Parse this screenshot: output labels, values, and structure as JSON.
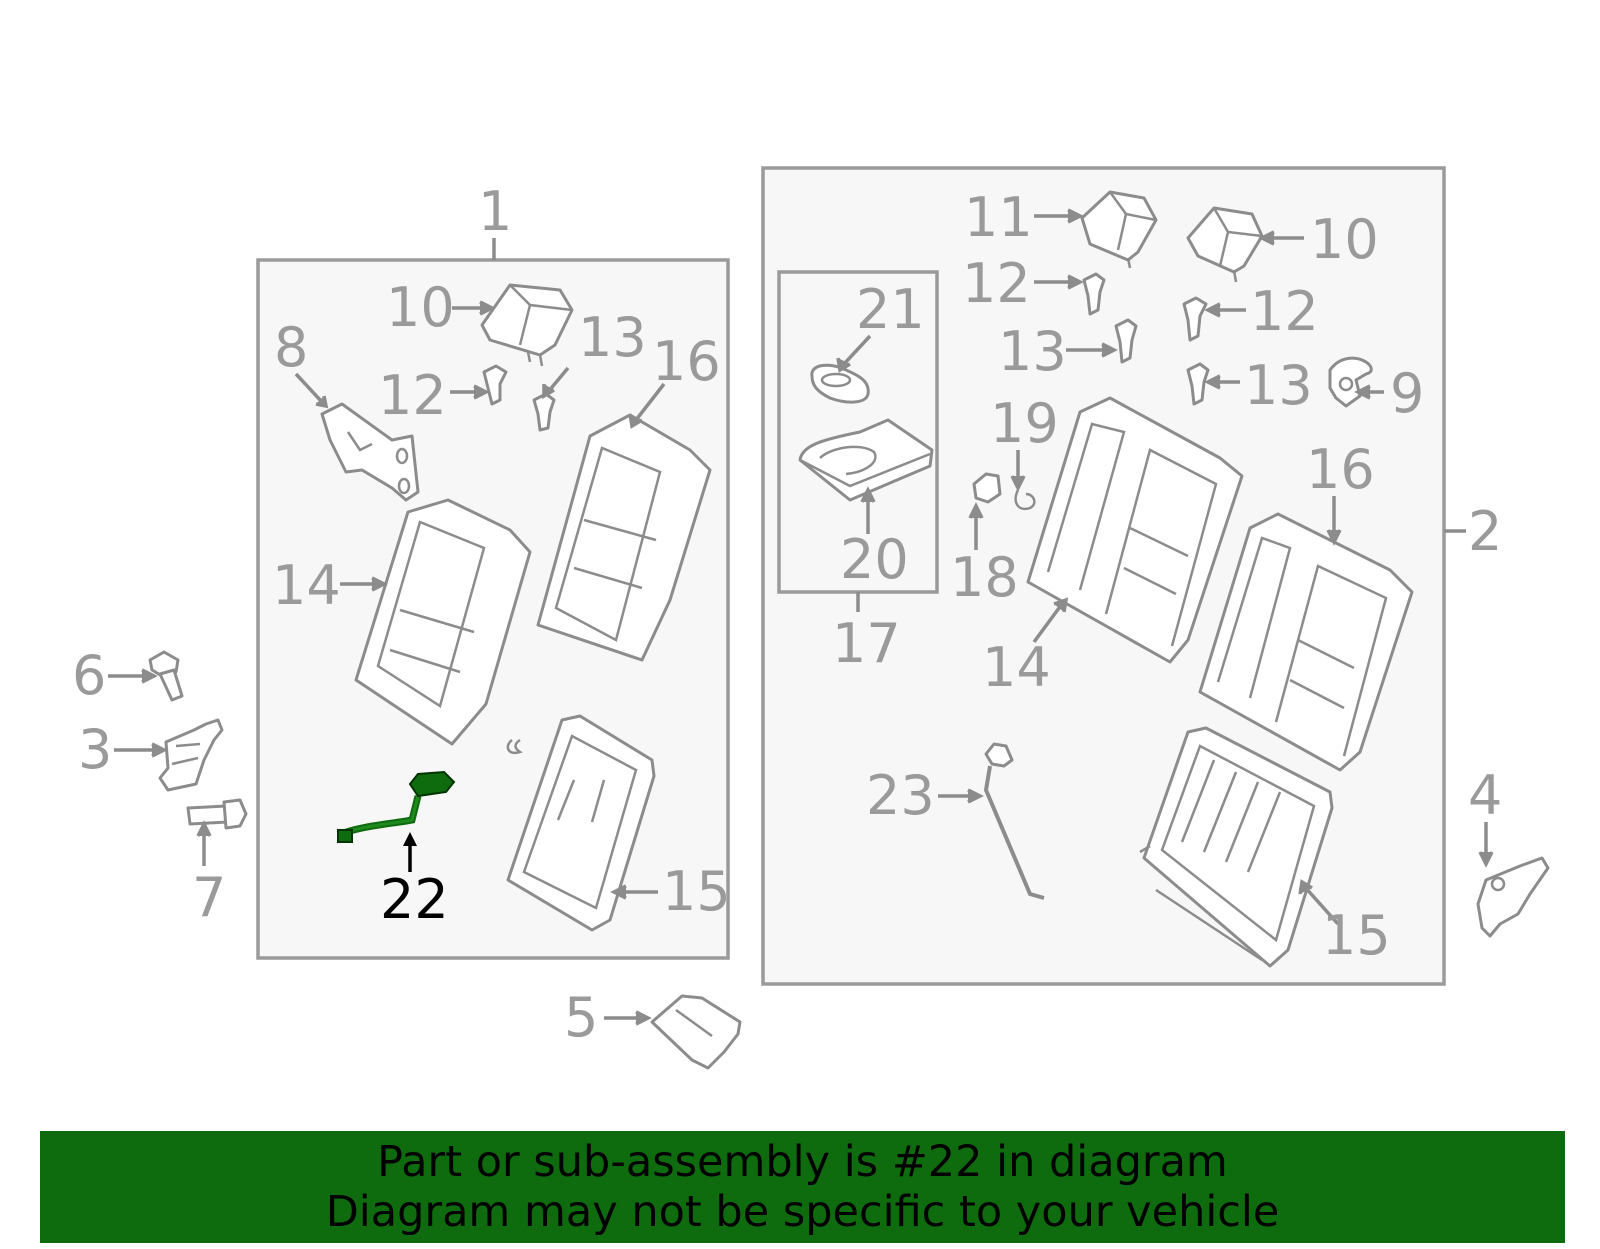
{
  "callouts": {
    "c1": "1",
    "c2": "2",
    "c3": "3",
    "c4": "4",
    "c5": "5",
    "c6": "6",
    "c7": "7",
    "c8": "8",
    "c9": "9",
    "c10a": "10",
    "c10b": "10",
    "c11": "11",
    "c12a": "12",
    "c12b": "12",
    "c12c": "12",
    "c13a": "13",
    "c13b": "13",
    "c13c": "13",
    "c14a": "14",
    "c14b": "14",
    "c15a": "15",
    "c15b": "15",
    "c16a": "16",
    "c16b": "16",
    "c17": "17",
    "c18": "18",
    "c19": "19",
    "c20": "20",
    "c21": "21",
    "c22": "22",
    "c23": "23"
  },
  "highlighted_part": "22",
  "colors": {
    "highlight": "#0e6b0e",
    "banner_background": "#0e6b0e",
    "line_art": "#8c8c8c",
    "box_fill": "#f7f7f7"
  },
  "banner": {
    "line1": "Part or sub-assembly is #22 in diagram",
    "line2": "Diagram may not be specific to your vehicle"
  }
}
